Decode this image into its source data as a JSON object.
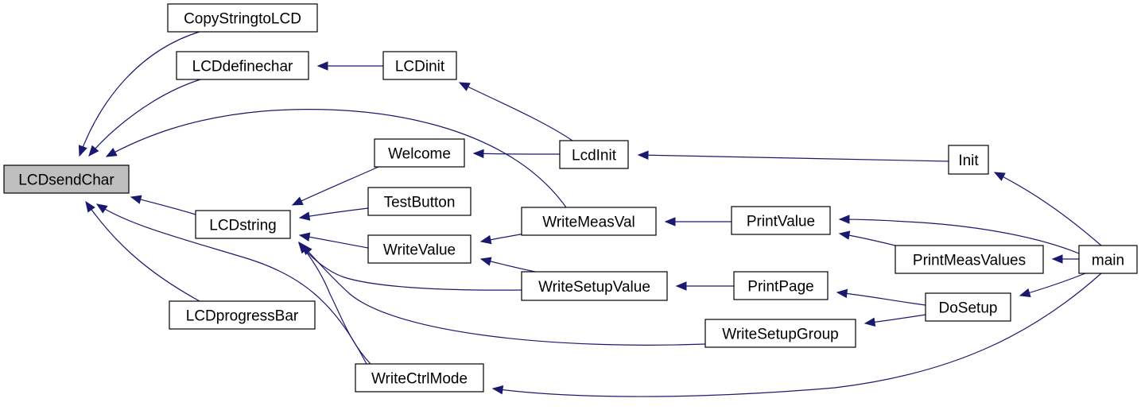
{
  "graph": {
    "nodes": [
      {
        "id": "LCDsendChar",
        "label": "LCDsendChar"
      },
      {
        "id": "CopyStringtoLCD",
        "label": "CopyStringtoLCD"
      },
      {
        "id": "LCDdefinechar",
        "label": "LCDdefinechar"
      },
      {
        "id": "LCDinit",
        "label": "LCDinit"
      },
      {
        "id": "LcdInit",
        "label": "LcdInit"
      },
      {
        "id": "Init",
        "label": "Init"
      },
      {
        "id": "main",
        "label": "main"
      },
      {
        "id": "Welcome",
        "label": "Welcome"
      },
      {
        "id": "TestButton",
        "label": "TestButton"
      },
      {
        "id": "LCDstring",
        "label": "LCDstring"
      },
      {
        "id": "WriteMeasVal",
        "label": "WriteMeasVal"
      },
      {
        "id": "PrintValue",
        "label": "PrintValue"
      },
      {
        "id": "PrintMeasValues",
        "label": "PrintMeasValues"
      },
      {
        "id": "WriteValue",
        "label": "WriteValue"
      },
      {
        "id": "WriteSetupValue",
        "label": "WriteSetupValue"
      },
      {
        "id": "PrintPage",
        "label": "PrintPage"
      },
      {
        "id": "DoSetup",
        "label": "DoSetup"
      },
      {
        "id": "WriteSetupGroup",
        "label": "WriteSetupGroup"
      },
      {
        "id": "LCDprogressBar",
        "label": "LCDprogressBar"
      },
      {
        "id": "WriteCtrlMode",
        "label": "WriteCtrlMode"
      }
    ],
    "edges": [
      {
        "from": "CopyStringtoLCD",
        "to": "LCDsendChar"
      },
      {
        "from": "LCDdefinechar",
        "to": "LCDsendChar"
      },
      {
        "from": "WriteMeasVal",
        "to": "LCDsendChar"
      },
      {
        "from": "LCDstring",
        "to": "LCDsendChar"
      },
      {
        "from": "LCDprogressBar",
        "to": "LCDsendChar"
      },
      {
        "from": "WriteCtrlMode",
        "to": "LCDsendChar"
      },
      {
        "from": "LCDinit",
        "to": "LCDdefinechar"
      },
      {
        "from": "LcdInit",
        "to": "LCDinit"
      },
      {
        "from": "Init",
        "to": "LcdInit"
      },
      {
        "from": "main",
        "to": "Init"
      },
      {
        "from": "LcdInit",
        "to": "Welcome"
      },
      {
        "from": "Welcome",
        "to": "LCDstring"
      },
      {
        "from": "TestButton",
        "to": "LCDstring"
      },
      {
        "from": "WriteValue",
        "to": "LCDstring"
      },
      {
        "from": "WriteSetupValue",
        "to": "LCDstring"
      },
      {
        "from": "WriteSetupGroup",
        "to": "LCDstring"
      },
      {
        "from": "WriteCtrlMode",
        "to": "LCDstring"
      },
      {
        "from": "WriteMeasVal",
        "to": "WriteValue"
      },
      {
        "from": "WriteSetupValue",
        "to": "WriteValue"
      },
      {
        "from": "PrintValue",
        "to": "WriteMeasVal"
      },
      {
        "from": "main",
        "to": "PrintValue"
      },
      {
        "from": "PrintMeasValues",
        "to": "PrintValue"
      },
      {
        "from": "main",
        "to": "PrintMeasValues"
      },
      {
        "from": "PrintPage",
        "to": "WriteSetupValue"
      },
      {
        "from": "DoSetup",
        "to": "PrintPage"
      },
      {
        "from": "main",
        "to": "DoSetup"
      },
      {
        "from": "DoSetup",
        "to": "WriteSetupGroup"
      },
      {
        "from": "main",
        "to": "WriteCtrlMode"
      }
    ]
  }
}
